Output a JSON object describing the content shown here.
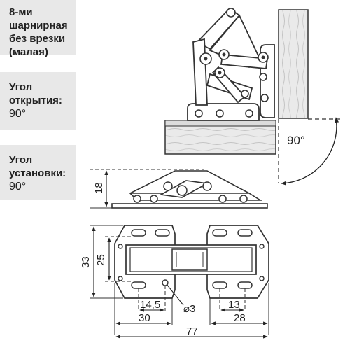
{
  "info": {
    "type": {
      "title": "8-ми шарнирная\nбез врезки\n(малая)"
    },
    "opening_angle": {
      "title": "Угол\nоткрытия:",
      "value": "90°"
    },
    "mount_angle": {
      "title": "Угол\nустановки:",
      "value": "90°"
    }
  },
  "dimensions": {
    "angle": "90°",
    "height": "18",
    "plate_height": "33",
    "hole_spacing": "25",
    "left_hole_offset": "14,5",
    "hole_diameter": "⌀3",
    "right_hole_offset": "13",
    "left_width": "30",
    "right_width": "28",
    "total_width": "77"
  }
}
